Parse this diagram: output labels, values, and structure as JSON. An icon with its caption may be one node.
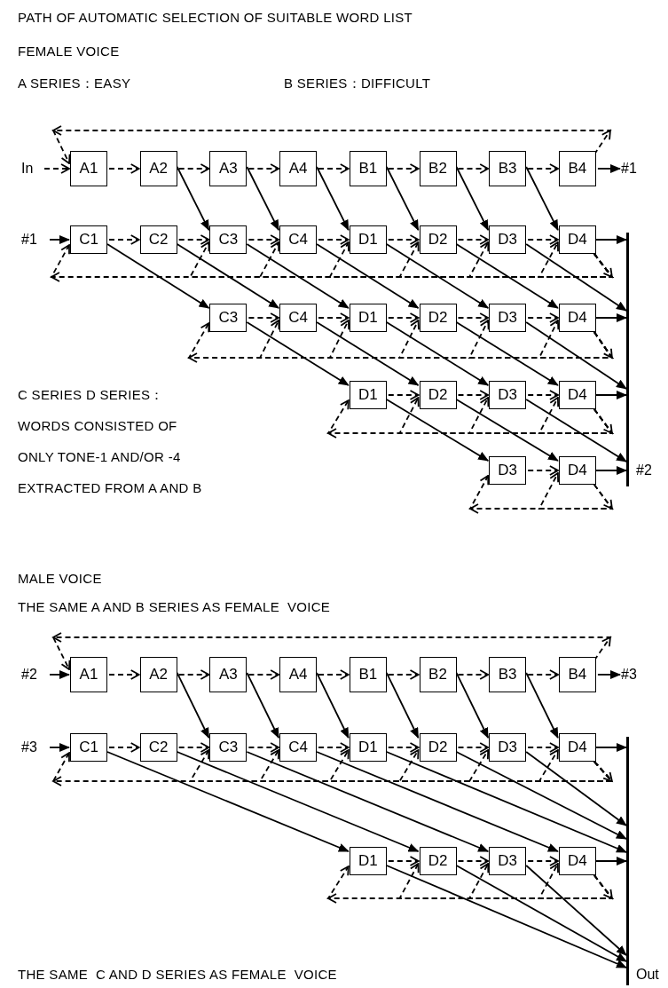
{
  "diagram": {
    "title": "PATH OF AUTOMATIC SELECTION OF SUITABLE WORD LIST",
    "nodes": [
      {
        "text": [
          "In"
        ]
      },
      {
        "text": [
          "A1"
        ]
      },
      {
        "text": [
          "A2"
        ]
      },
      {
        "text": [
          "A3"
        ]
      },
      {
        "text": [
          "A4"
        ]
      },
      {
        "text": [
          "B1"
        ]
      },
      {
        "text": [
          "B2"
        ]
      },
      {
        "text": [
          "B3"
        ]
      },
      {
        "text": [
          "B4"
        ]
      },
      {
        "text": [
          "#1"
        ]
      },
      {
        "text": [
          "#1"
        ]
      },
      {
        "text": [
          "C1"
        ]
      },
      {
        "text": [
          "C2"
        ]
      },
      {
        "text": [
          "C3"
        ]
      },
      {
        "text": [
          "C4"
        ]
      },
      {
        "text": [
          "D1"
        ]
      },
      {
        "text": [
          "D2"
        ]
      },
      {
        "text": [
          "D3"
        ]
      },
      {
        "text": [
          "D4"
        ]
      },
      {
        "text": [
          "C3"
        ]
      },
      {
        "text": [
          "C4"
        ]
      },
      {
        "text": [
          "D1"
        ]
      },
      {
        "text": [
          "D2"
        ]
      },
      {
        "text": [
          "D3"
        ]
      },
      {
        "text": [
          "D4"
        ]
      },
      {
        "text": [
          "D1"
        ]
      },
      {
        "text": [
          "D2"
        ]
      },
      {
        "text": [
          "D3"
        ]
      },
      {
        "text": [
          "D4"
        ]
      },
      {
        "text": [
          "D3"
        ]
      },
      {
        "text": [
          "D4"
        ]
      },
      {
        "text": [],
        "shape": "bar",
        "beside": [
          "#2"
        ]
      },
      {
        "text": [
          "#2"
        ]
      },
      {
        "text": [
          "A1"
        ]
      },
      {
        "text": [
          "A2"
        ]
      },
      {
        "text": [
          "A3"
        ]
      },
      {
        "text": [
          "A4"
        ]
      },
      {
        "text": [
          "B1"
        ]
      },
      {
        "text": [
          "B2"
        ]
      },
      {
        "text": [
          "B3"
        ]
      },
      {
        "text": [
          "B4"
        ]
      },
      {
        "text": [
          "#3"
        ]
      },
      {
        "text": [
          "#3"
        ]
      },
      {
        "text": [
          "C1"
        ]
      },
      {
        "text": [
          "C2"
        ]
      },
      {
        "text": [
          "C3"
        ]
      },
      {
        "text": [
          "C4"
        ]
      },
      {
        "text": [
          "D1"
        ]
      },
      {
        "text": [
          "D2"
        ]
      },
      {
        "text": [
          "D3"
        ]
      },
      {
        "text": [
          "D4"
        ]
      },
      {
        "text": [
          "D1"
        ]
      },
      {
        "text": [
          "D2"
        ]
      },
      {
        "text": [
          "D3"
        ]
      },
      {
        "text": [
          "D4"
        ]
      },
      {
        "text": [],
        "shape": "bar",
        "beside": [
          "Out"
        ]
      }
    ],
    "edges": [
      {
        "from": 0,
        "to": 1,
        "arrow": "to",
        "style": "dashed"
      },
      {
        "from": 1,
        "to": 2,
        "arrow": "to",
        "style": "dashed"
      },
      {
        "from": 2,
        "to": 3,
        "arrow": "to",
        "style": "dashed"
      },
      {
        "from": 3,
        "to": 4,
        "arrow": "to",
        "style": "dashed"
      },
      {
        "from": 4,
        "to": 5,
        "arrow": "to",
        "style": "dashed"
      },
      {
        "from": 5,
        "to": 6,
        "arrow": "to",
        "style": "dashed"
      },
      {
        "from": 6,
        "to": 7,
        "arrow": "to",
        "style": "dashed"
      },
      {
        "from": 7,
        "to": 8,
        "arrow": "to",
        "style": "dashed"
      },
      {
        "from": 8,
        "to": 9,
        "arrow": "to"
      },
      {
        "from": 8,
        "to": 1,
        "arrow": "to",
        "style": "dashed"
      },
      {
        "from": 10,
        "to": 11,
        "arrow": "to"
      },
      {
        "from": 11,
        "to": 12,
        "arrow": "to",
        "style": "dashed"
      },
      {
        "from": 12,
        "to": 13,
        "arrow": "to",
        "style": "dashed"
      },
      {
        "from": 13,
        "to": 14,
        "arrow": "to",
        "style": "dashed"
      },
      {
        "from": 14,
        "to": 15,
        "arrow": "to",
        "style": "dashed"
      },
      {
        "from": 15,
        "to": 16,
        "arrow": "to",
        "style": "dashed"
      },
      {
        "from": 16,
        "to": 17,
        "arrow": "to",
        "style": "dashed"
      },
      {
        "from": 17,
        "to": 18,
        "arrow": "to",
        "style": "dashed"
      },
      {
        "from": 2,
        "to": 13,
        "arrow": "to"
      },
      {
        "from": 3,
        "to": 14,
        "arrow": "to"
      },
      {
        "from": 4,
        "to": 15,
        "arrow": "to"
      },
      {
        "from": 5,
        "to": 16,
        "arrow": "to"
      },
      {
        "from": 6,
        "to": 17,
        "arrow": "to"
      },
      {
        "from": 7,
        "to": 18,
        "arrow": "to"
      },
      {
        "from": 11,
        "to": 19,
        "arrow": "to"
      },
      {
        "from": 12,
        "to": 20,
        "arrow": "to"
      },
      {
        "from": 13,
        "to": 21,
        "arrow": "to"
      },
      {
        "from": 14,
        "to": 22,
        "arrow": "to"
      },
      {
        "from": 15,
        "to": 23,
        "arrow": "to"
      },
      {
        "from": 16,
        "to": 24,
        "arrow": "to"
      },
      {
        "from": 17,
        "to": 31,
        "arrow": "to"
      },
      {
        "from": 18,
        "to": 31,
        "arrow": "to"
      },
      {
        "from": 18,
        "to": 11,
        "arrow": "to",
        "style": "dashed"
      },
      {
        "from": 18,
        "to": 13,
        "arrow": "to",
        "style": "dashed"
      },
      {
        "from": 18,
        "to": 14,
        "arrow": "to",
        "style": "dashed"
      },
      {
        "from": 18,
        "to": 15,
        "arrow": "to",
        "style": "dashed"
      },
      {
        "from": 18,
        "to": 16,
        "arrow": "to",
        "style": "dashed"
      },
      {
        "from": 18,
        "to": 17,
        "arrow": "to",
        "style": "dashed"
      },
      {
        "from": 18,
        "to": 18,
        "arrow": "to",
        "style": "dashed"
      },
      {
        "from": 19,
        "to": 20,
        "arrow": "to",
        "style": "dashed"
      },
      {
        "from": 20,
        "to": 21,
        "arrow": "to",
        "style": "dashed"
      },
      {
        "from": 21,
        "to": 22,
        "arrow": "to",
        "style": "dashed"
      },
      {
        "from": 22,
        "to": 23,
        "arrow": "to",
        "style": "dashed"
      },
      {
        "from": 23,
        "to": 24,
        "arrow": "to",
        "style": "dashed"
      },
      {
        "from": 19,
        "to": 25,
        "arrow": "to"
      },
      {
        "from": 20,
        "to": 26,
        "arrow": "to"
      },
      {
        "from": 21,
        "to": 27,
        "arrow": "to"
      },
      {
        "from": 22,
        "to": 28,
        "arrow": "to"
      },
      {
        "from": 23,
        "to": 31,
        "arrow": "to"
      },
      {
        "from": 24,
        "to": 31,
        "arrow": "to"
      },
      {
        "from": 24,
        "to": 19,
        "arrow": "to",
        "style": "dashed"
      },
      {
        "from": 24,
        "to": 20,
        "arrow": "to",
        "style": "dashed"
      },
      {
        "from": 24,
        "to": 21,
        "arrow": "to",
        "style": "dashed"
      },
      {
        "from": 24,
        "to": 22,
        "arrow": "to",
        "style": "dashed"
      },
      {
        "from": 24,
        "to": 23,
        "arrow": "to",
        "style": "dashed"
      },
      {
        "from": 24,
        "to": 24,
        "arrow": "to",
        "style": "dashed"
      },
      {
        "from": 25,
        "to": 26,
        "arrow": "to",
        "style": "dashed"
      },
      {
        "from": 26,
        "to": 27,
        "arrow": "to",
        "style": "dashed"
      },
      {
        "from": 27,
        "to": 28,
        "arrow": "to",
        "style": "dashed"
      },
      {
        "from": 25,
        "to": 29,
        "arrow": "to"
      },
      {
        "from": 26,
        "to": 30,
        "arrow": "to"
      },
      {
        "from": 27,
        "to": 31,
        "arrow": "to"
      },
      {
        "from": 28,
        "to": 31,
        "arrow": "to"
      },
      {
        "from": 28,
        "to": 25,
        "arrow": "to",
        "style": "dashed"
      },
      {
        "from": 28,
        "to": 26,
        "arrow": "to",
        "style": "dashed"
      },
      {
        "from": 28,
        "to": 27,
        "arrow": "to",
        "style": "dashed"
      },
      {
        "from": 28,
        "to": 28,
        "arrow": "to",
        "style": "dashed"
      },
      {
        "from": 29,
        "to": 30,
        "arrow": "to",
        "style": "dashed"
      },
      {
        "from": 30,
        "to": 31,
        "arrow": "to"
      },
      {
        "from": 30,
        "to": 29,
        "arrow": "to",
        "style": "dashed"
      },
      {
        "from": 30,
        "to": 30,
        "arrow": "to",
        "style": "dashed"
      },
      {
        "from": 32,
        "to": 33,
        "arrow": "to"
      },
      {
        "from": 33,
        "to": 34,
        "arrow": "to",
        "style": "dashed"
      },
      {
        "from": 34,
        "to": 35,
        "arrow": "to",
        "style": "dashed"
      },
      {
        "from": 35,
        "to": 36,
        "arrow": "to",
        "style": "dashed"
      },
      {
        "from": 36,
        "to": 37,
        "arrow": "to",
        "style": "dashed"
      },
      {
        "from": 37,
        "to": 38,
        "arrow": "to",
        "style": "dashed"
      },
      {
        "from": 38,
        "to": 39,
        "arrow": "to",
        "style": "dashed"
      },
      {
        "from": 39,
        "to": 40,
        "arrow": "to",
        "style": "dashed"
      },
      {
        "from": 40,
        "to": 41,
        "arrow": "to"
      },
      {
        "from": 40,
        "to": 33,
        "arrow": "to",
        "style": "dashed"
      },
      {
        "from": 42,
        "to": 43,
        "arrow": "to"
      },
      {
        "from": 43,
        "to": 44,
        "arrow": "to",
        "style": "dashed"
      },
      {
        "from": 44,
        "to": 45,
        "arrow": "to",
        "style": "dashed"
      },
      {
        "from": 45,
        "to": 46,
        "arrow": "to",
        "style": "dashed"
      },
      {
        "from": 46,
        "to": 47,
        "arrow": "to",
        "style": "dashed"
      },
      {
        "from": 47,
        "to": 48,
        "arrow": "to",
        "style": "dashed"
      },
      {
        "from": 48,
        "to": 49,
        "arrow": "to",
        "style": "dashed"
      },
      {
        "from": 49,
        "to": 50,
        "arrow": "to",
        "style": "dashed"
      },
      {
        "from": 34,
        "to": 45,
        "arrow": "to"
      },
      {
        "from": 35,
        "to": 46,
        "arrow": "to"
      },
      {
        "from": 36,
        "to": 47,
        "arrow": "to"
      },
      {
        "from": 37,
        "to": 48,
        "arrow": "to"
      },
      {
        "from": 38,
        "to": 49,
        "arrow": "to"
      },
      {
        "from": 39,
        "to": 50,
        "arrow": "to"
      },
      {
        "from": 43,
        "to": 51,
        "arrow": "to"
      },
      {
        "from": 44,
        "to": 52,
        "arrow": "to"
      },
      {
        "from": 45,
        "to": 53,
        "arrow": "to"
      },
      {
        "from": 46,
        "to": 54,
        "arrow": "to"
      },
      {
        "from": 47,
        "to": 55,
        "arrow": "to"
      },
      {
        "from": 48,
        "to": 55,
        "arrow": "to"
      },
      {
        "from": 49,
        "to": 55,
        "arrow": "to"
      },
      {
        "from": 50,
        "to": 55,
        "arrow": "to"
      },
      {
        "from": 50,
        "to": 43,
        "arrow": "to",
        "style": "dashed"
      },
      {
        "from": 50,
        "to": 45,
        "arrow": "to",
        "style": "dashed"
      },
      {
        "from": 50,
        "to": 46,
        "arrow": "to",
        "style": "dashed"
      },
      {
        "from": 50,
        "to": 47,
        "arrow": "to",
        "style": "dashed"
      },
      {
        "from": 50,
        "to": 48,
        "arrow": "to",
        "style": "dashed"
      },
      {
        "from": 50,
        "to": 49,
        "arrow": "to",
        "style": "dashed"
      },
      {
        "from": 50,
        "to": 50,
        "arrow": "to",
        "style": "dashed"
      },
      {
        "from": 51,
        "to": 52,
        "arrow": "to",
        "style": "dashed"
      },
      {
        "from": 52,
        "to": 53,
        "arrow": "to",
        "style": "dashed"
      },
      {
        "from": 53,
        "to": 54,
        "arrow": "to",
        "style": "dashed"
      },
      {
        "from": 51,
        "to": 55,
        "arrow": "to"
      },
      {
        "from": 52,
        "to": 55,
        "arrow": "to"
      },
      {
        "from": 53,
        "to": 55,
        "arrow": "to"
      },
      {
        "from": 54,
        "to": 55,
        "arrow": "to"
      },
      {
        "from": 54,
        "to": 51,
        "arrow": "to",
        "style": "dashed"
      },
      {
        "from": 54,
        "to": 52,
        "arrow": "to",
        "style": "dashed"
      },
      {
        "from": 54,
        "to": 53,
        "arrow": "to",
        "style": "dashed"
      },
      {
        "from": 54,
        "to": 54,
        "arrow": "to",
        "style": "dashed"
      }
    ],
    "labels": [
      "FEMALE VOICE",
      "A SERIES：EASY",
      "B SERIES：DIFFICULT",
      "C SERIES D SERIES：",
      "WORDS CONSISTED OF",
      "ONLY TONE-1 AND/OR -4",
      "EXTRACTED FROM A AND B",
      "MALE VOICE",
      "THE SAME A AND B SERIES AS FEMALE  VOICE",
      "THE SAME  C AND D SERIES AS FEMALE  VOICE"
    ]
  }
}
